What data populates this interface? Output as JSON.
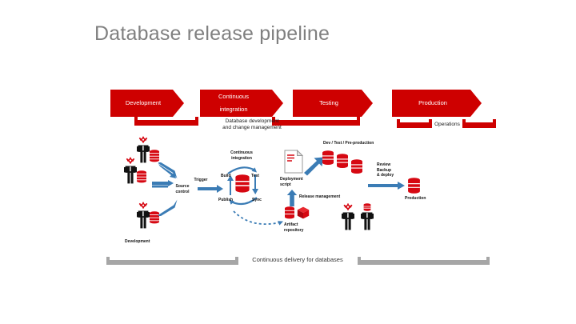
{
  "slide": {
    "title": "Database release pipeline",
    "title_color": "#808080",
    "background": "#ffffff"
  },
  "colors": {
    "chevron_red": "#CE0000",
    "db_red": "#D60812",
    "arrow_blue": "#3B7CB5",
    "bracket_gray": "#A6A6A6",
    "figure_black": "#111111"
  },
  "pipeline": {
    "stages": [
      {
        "label": "Development",
        "name": "development"
      },
      {
        "label": "Continuous\nintegration",
        "line1": "Continuous",
        "line2": "integration",
        "name": "continuous-integration"
      },
      {
        "label": "Testing",
        "name": "testing"
      },
      {
        "label": "Production",
        "name": "production"
      }
    ],
    "brackets": [
      {
        "label_line1": "Database development",
        "label_line2": "and change management",
        "name": "database-development-bracket"
      },
      {
        "label": "Operations",
        "name": "operations-bracket"
      }
    ]
  },
  "diagram": {
    "development_label": "Development",
    "source_control_line1": "Source",
    "source_control_line2": "control",
    "trigger_label": "Trigger",
    "ci": {
      "title_line1": "Continuous",
      "title_line2": "integration",
      "build": "Build",
      "test": "Test",
      "sync": "Sync",
      "publish": "Publish"
    },
    "deployment_script_line1": "Deployment",
    "deployment_script_line2": "script",
    "release_management": "Release management",
    "artifact_repository_line1": "Artifact",
    "artifact_repository_line2": "repository",
    "dev_test_preprod": "Dev / Test / Pre-production",
    "review_backup_deploy_line1": "Review",
    "review_backup_deploy_line2": "Backup",
    "review_backup_deploy_line3": "& deploy",
    "production_label": "Production"
  },
  "footer": {
    "caption": "Continuous delivery for databases"
  },
  "icons": {
    "database": "database-icon",
    "gear": "gear-icon",
    "document": "document-icon",
    "cube": "cube-icon",
    "person": "person-icon",
    "arrow": "arrow-icon"
  }
}
